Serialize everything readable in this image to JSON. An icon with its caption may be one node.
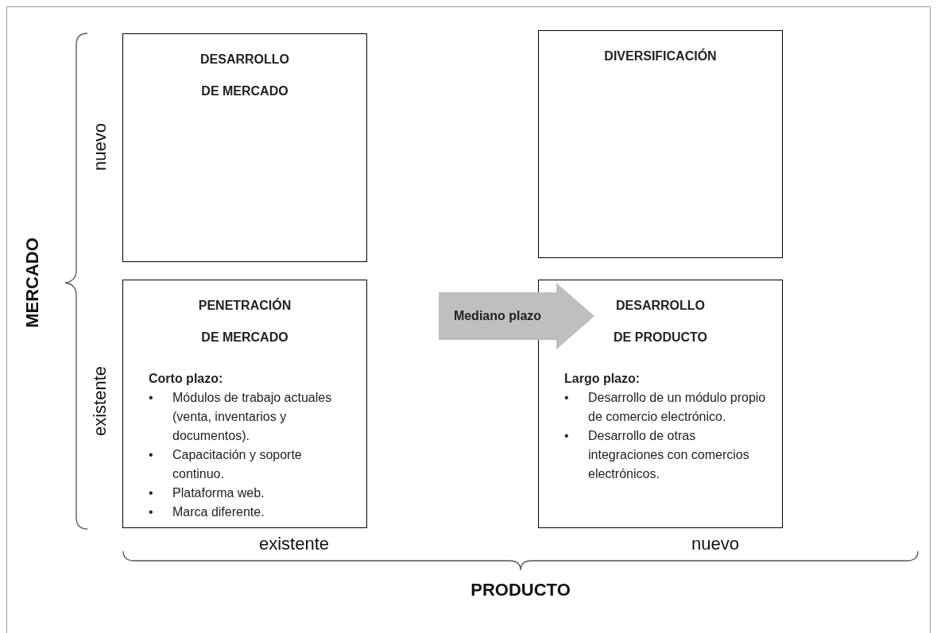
{
  "diagram": {
    "nodes": [
      {
        "text": [
          "DESARROLLO DE MERCADO"
        ]
      },
      {
        "text": [
          "DIVERSIFICACIÓN"
        ]
      },
      {
        "text": [
          "PENETRACIÓN DE MERCADO",
          "Corto plazo:",
          "•",
          "Módulos de trabajo actuales (venta, inventarios y documentos).",
          "•",
          "Capacitación y soporte continuo.",
          "•",
          "Plataforma web.",
          "•",
          "Marca diferente."
        ]
      },
      {
        "text": [
          "DESARROLLO DE PRODUCTO",
          "Largo plazo:",
          "•",
          "Desarrollo de un módulo propio de comercio electrónico.",
          "•",
          "Desarrollo de otras integraciones con comercios electrónicos."
        ]
      }
    ],
    "edges": [
      {
        "from": 2,
        "to": 3,
        "arrow": "to",
        "label": "Mediano plazo",
        "style": "thick",
        "color": "#bfbfbf"
      }
    ],
    "labels": [
      "nuevo",
      "MERCADO",
      "existente",
      "existente",
      "nuevo",
      "PRODUCTO"
    ]
  }
}
